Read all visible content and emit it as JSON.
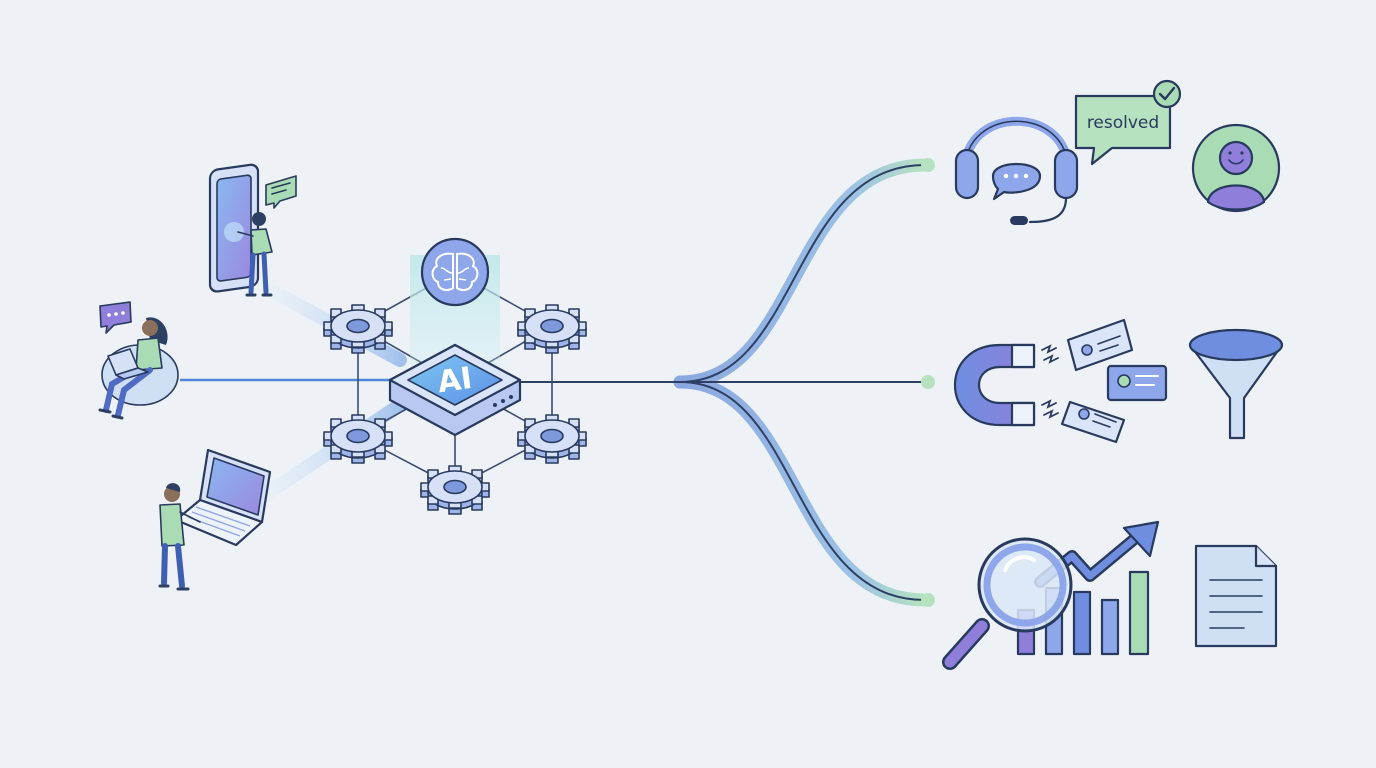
{
  "hub": {
    "chip_label": "AI"
  },
  "inputs": [
    {
      "name": "mobile-user"
    },
    {
      "name": "seated-laptop-user"
    },
    {
      "name": "desktop-laptop-user"
    }
  ],
  "outputs": [
    {
      "name": "customer-support",
      "badge_text": "resolved"
    },
    {
      "name": "lead-generation"
    },
    {
      "name": "analytics-reporting"
    }
  ],
  "colors": {
    "background": "#eef2f7",
    "outline": "#283a5e",
    "blue": "#6b86d6",
    "purple": "#8f7fdb",
    "green": "#a9dcb4",
    "light_blue": "#cfe0f5"
  }
}
